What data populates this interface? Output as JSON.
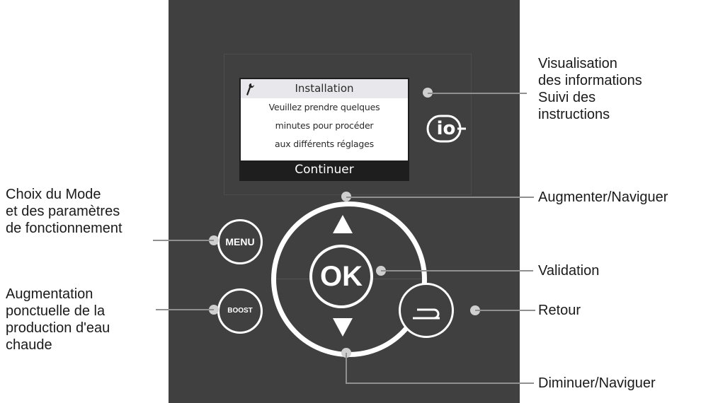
{
  "screen": {
    "title": "Installation",
    "lines": [
      "Veuillez prendre quelques",
      "minutes pour procéder",
      "aux différents réglages"
    ],
    "button_label": "Continuer"
  },
  "logo": {
    "text": "io"
  },
  "buttons": {
    "menu": "MENU",
    "boost": "BOOST",
    "ok": "OK"
  },
  "labels_left": {
    "mode": [
      "Choix du Mode",
      "et des paramètres",
      "de fonctionnement"
    ],
    "boost": [
      "Augmentation",
      "ponctuelle de  la",
      "production d'eau",
      "chaude"
    ]
  },
  "labels_right": {
    "display": [
      "Visualisation",
      "des informations",
      "Suivi des",
      "instructions"
    ],
    "up": "Augmenter/Naviguer",
    "ok": "Validation",
    "back": "Retour",
    "down": "Diminuer/Naviguer"
  },
  "colors": {
    "panel": "#404040",
    "leader": "#909090",
    "text": "#1a1a1a"
  },
  "icons": [
    "wrench-icon",
    "io-logo-icon",
    "up-arrow-icon",
    "down-arrow-icon",
    "return-arrow-icon"
  ]
}
